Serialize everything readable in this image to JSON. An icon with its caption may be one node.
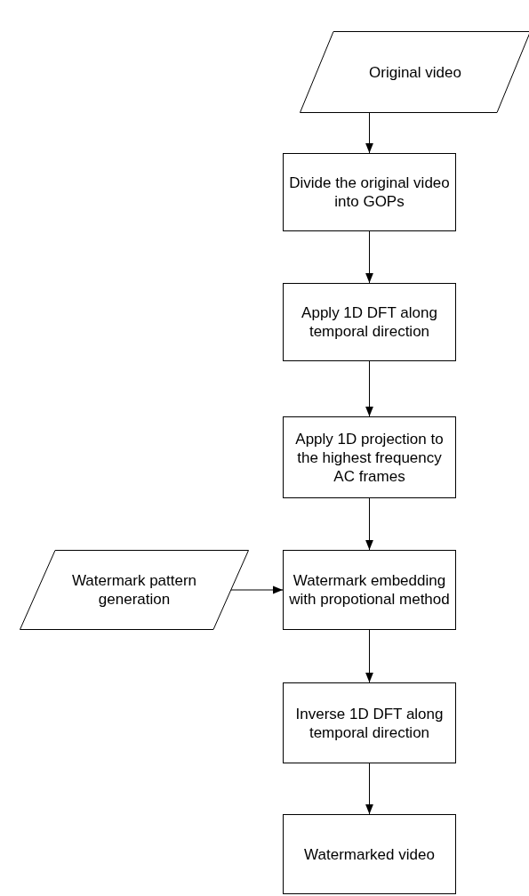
{
  "diagram": {
    "nodes": [
      {
        "text": [
          "Original video"
        ]
      },
      {
        "text": [
          "Divide the original video into GOPs"
        ]
      },
      {
        "text": [
          "Apply 1D DFT along temporal direction"
        ]
      },
      {
        "text": [
          "Apply 1D projection to the highest frequency AC frames"
        ]
      },
      {
        "text": [
          "Watermark pattern generation"
        ]
      },
      {
        "text": [
          "Watermark embedding with propotional method"
        ]
      },
      {
        "text": [
          "Inverse 1D DFT along temporal direction"
        ]
      },
      {
        "text": [
          "Watermarked video"
        ]
      }
    ],
    "edges": [
      {
        "from": 0,
        "to": 1,
        "arrow": "to"
      },
      {
        "from": 1,
        "to": 2,
        "arrow": "to"
      },
      {
        "from": 2,
        "to": 3,
        "arrow": "to"
      },
      {
        "from": 3,
        "to": 5,
        "arrow": "to"
      },
      {
        "from": 4,
        "to": 5,
        "arrow": "to"
      },
      {
        "from": 5,
        "to": 6,
        "arrow": "to"
      },
      {
        "from": 6,
        "to": 7,
        "arrow": "to"
      }
    ]
  }
}
